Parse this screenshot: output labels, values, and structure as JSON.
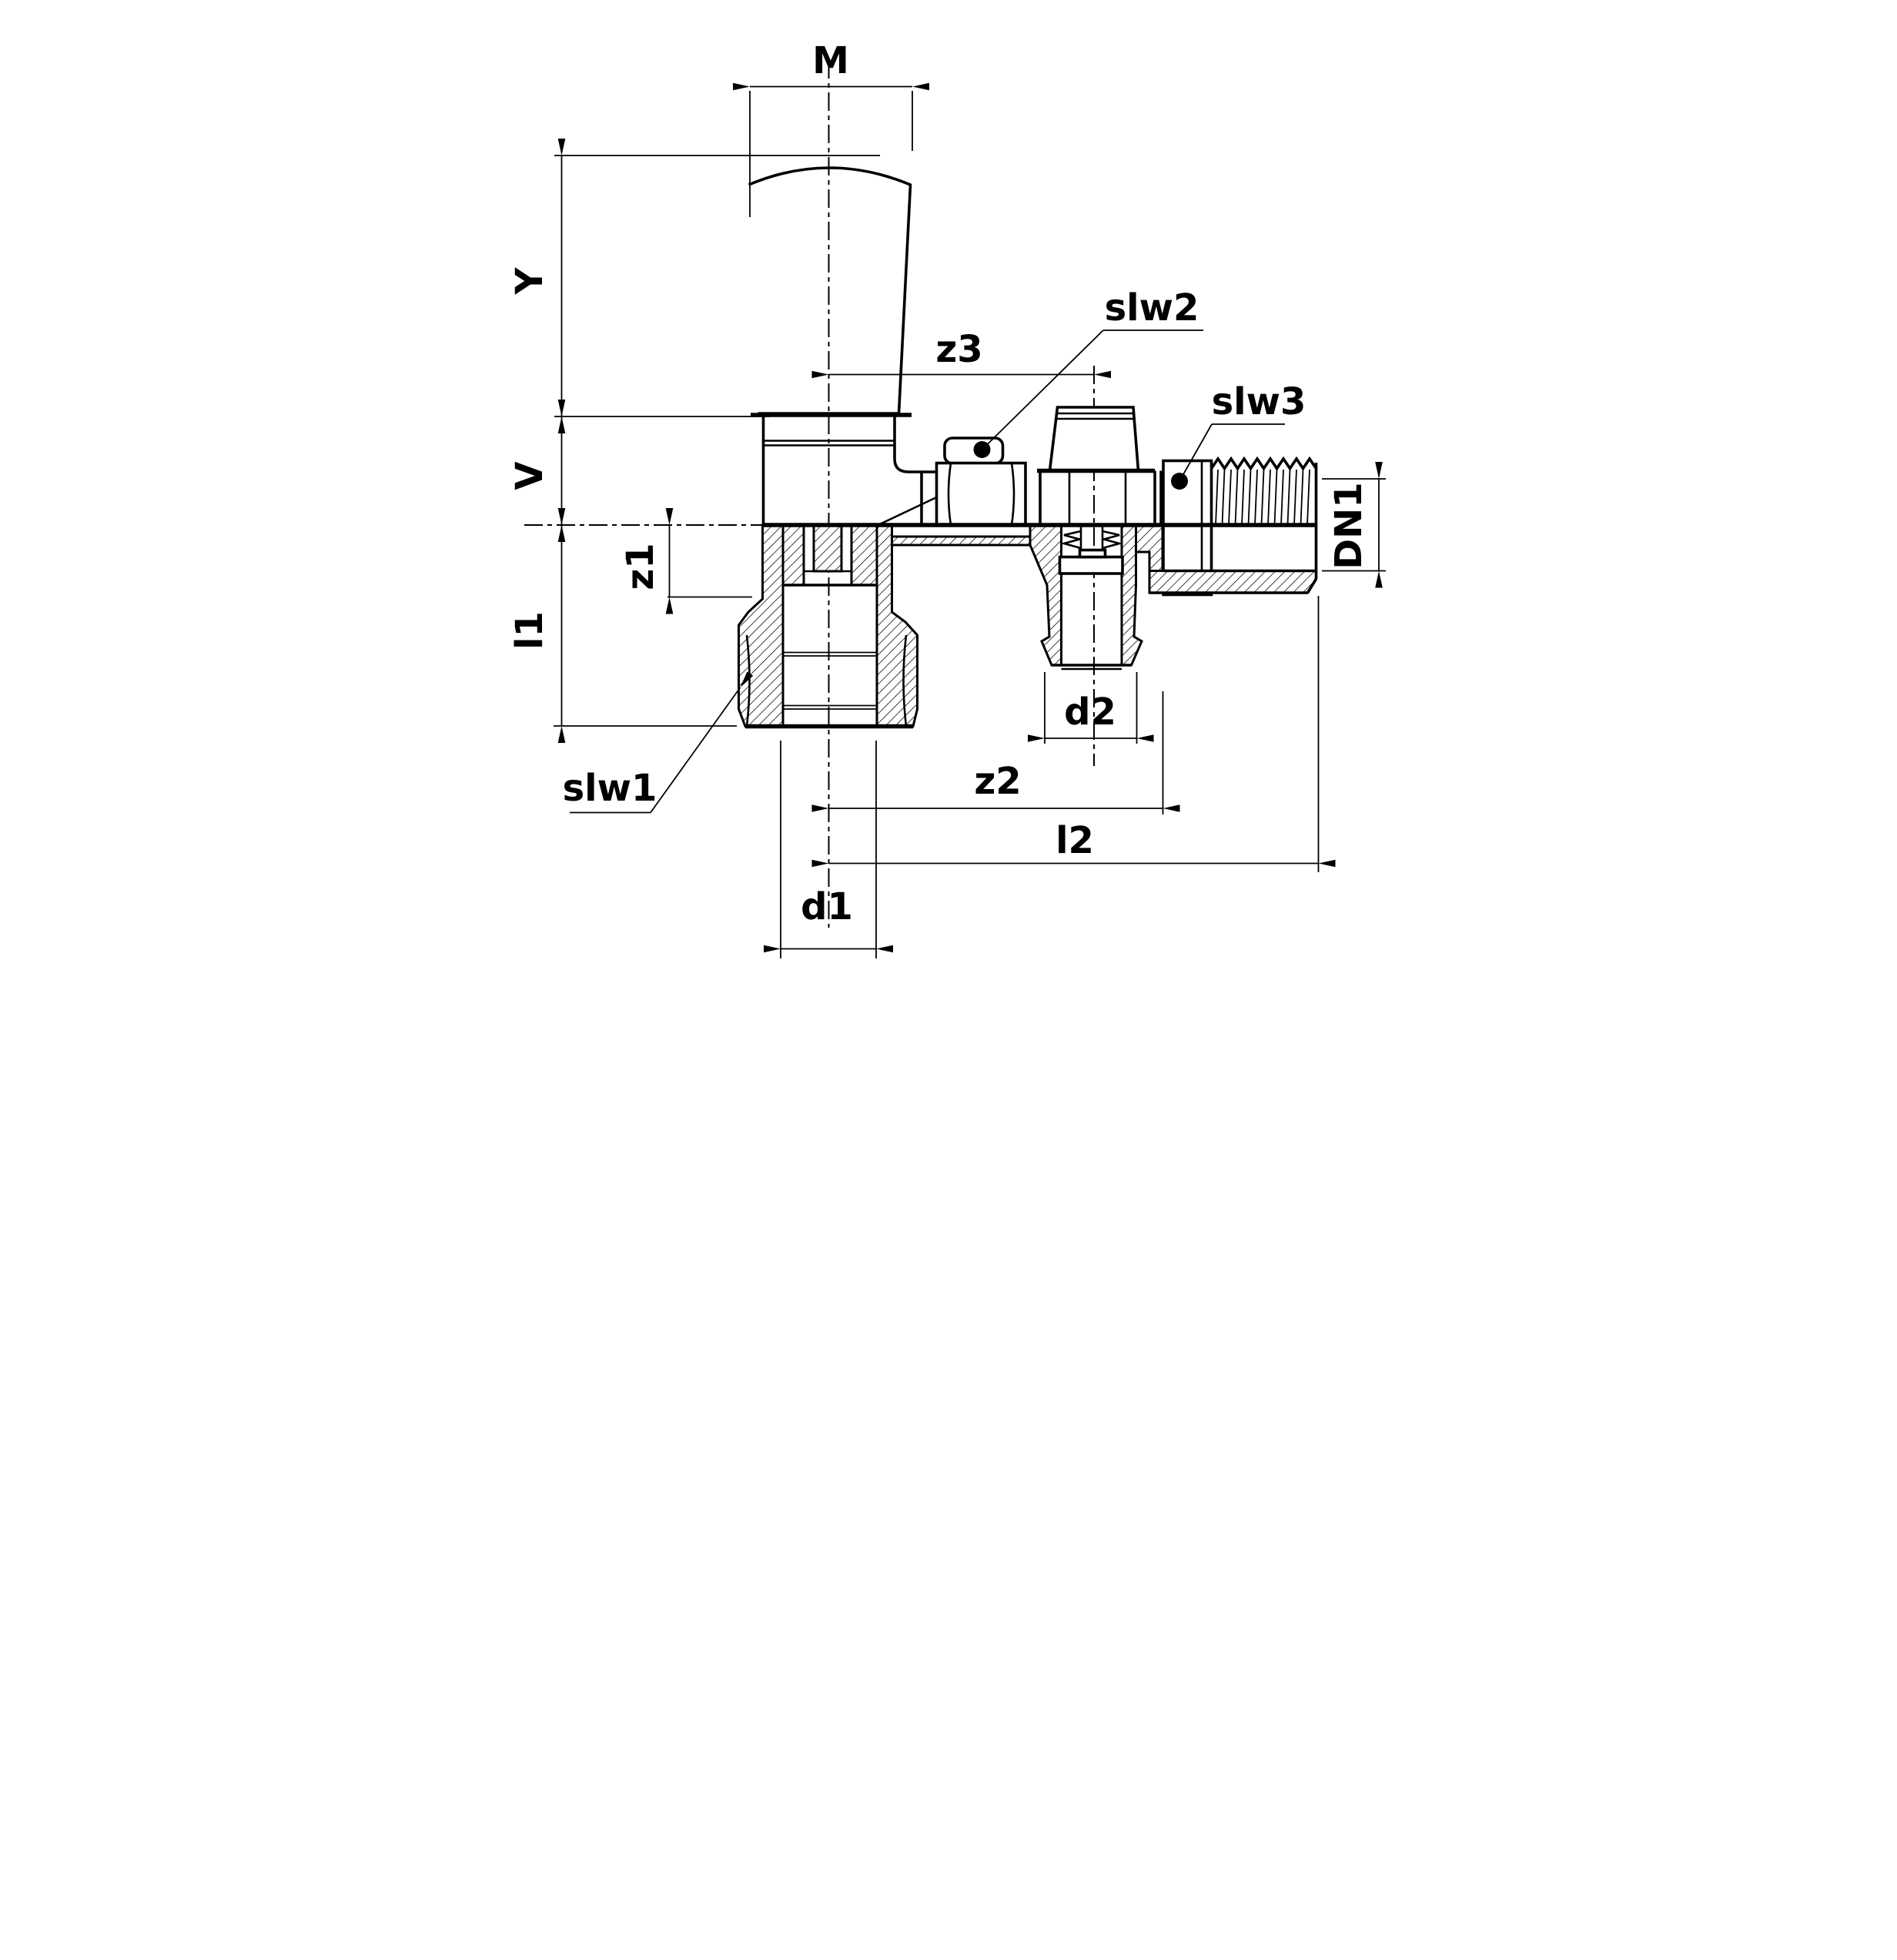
{
  "drawing": {
    "type": "technical-drawing",
    "subject": "angle valve cross-section with dimension callouts"
  },
  "labels": {
    "M": "M",
    "Y": "Y",
    "V": "V",
    "z1": "z1",
    "l1": "l1",
    "z3": "z3",
    "slw1": "slw1",
    "slw2": "slw2",
    "slw3": "slw3",
    "DN1": "DN1",
    "d2": "d2",
    "z2": "z2",
    "l2": "l2",
    "d1": "d1"
  },
  "colors": {
    "line": "#000000",
    "background": "#ffffff"
  }
}
